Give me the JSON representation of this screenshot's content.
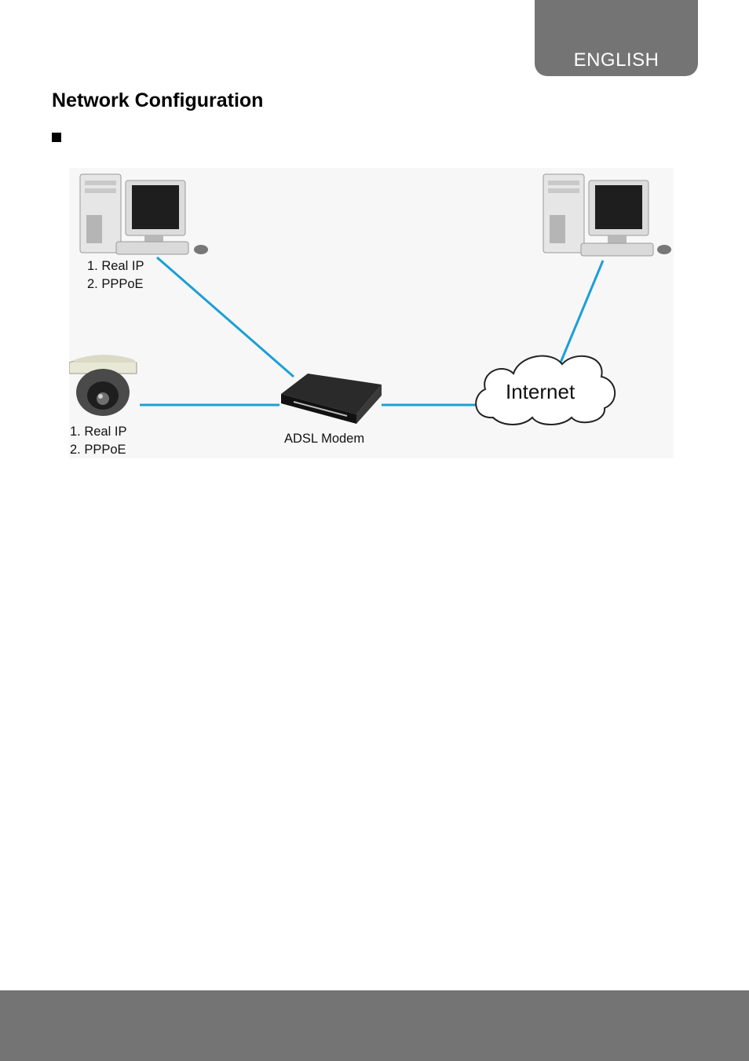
{
  "header": {
    "language_tab": "ENGLISH"
  },
  "page": {
    "title": "Network Configuration"
  },
  "diagram": {
    "pc_left": {
      "line1": "1. Real IP",
      "line2": "2. PPPoE"
    },
    "camera": {
      "line1": "1. Real IP",
      "line2": "2. PPPoE"
    },
    "modem": {
      "label": "ADSL Modem"
    },
    "cloud": {
      "label": "Internet"
    },
    "link_color": "#1b9fd6"
  }
}
